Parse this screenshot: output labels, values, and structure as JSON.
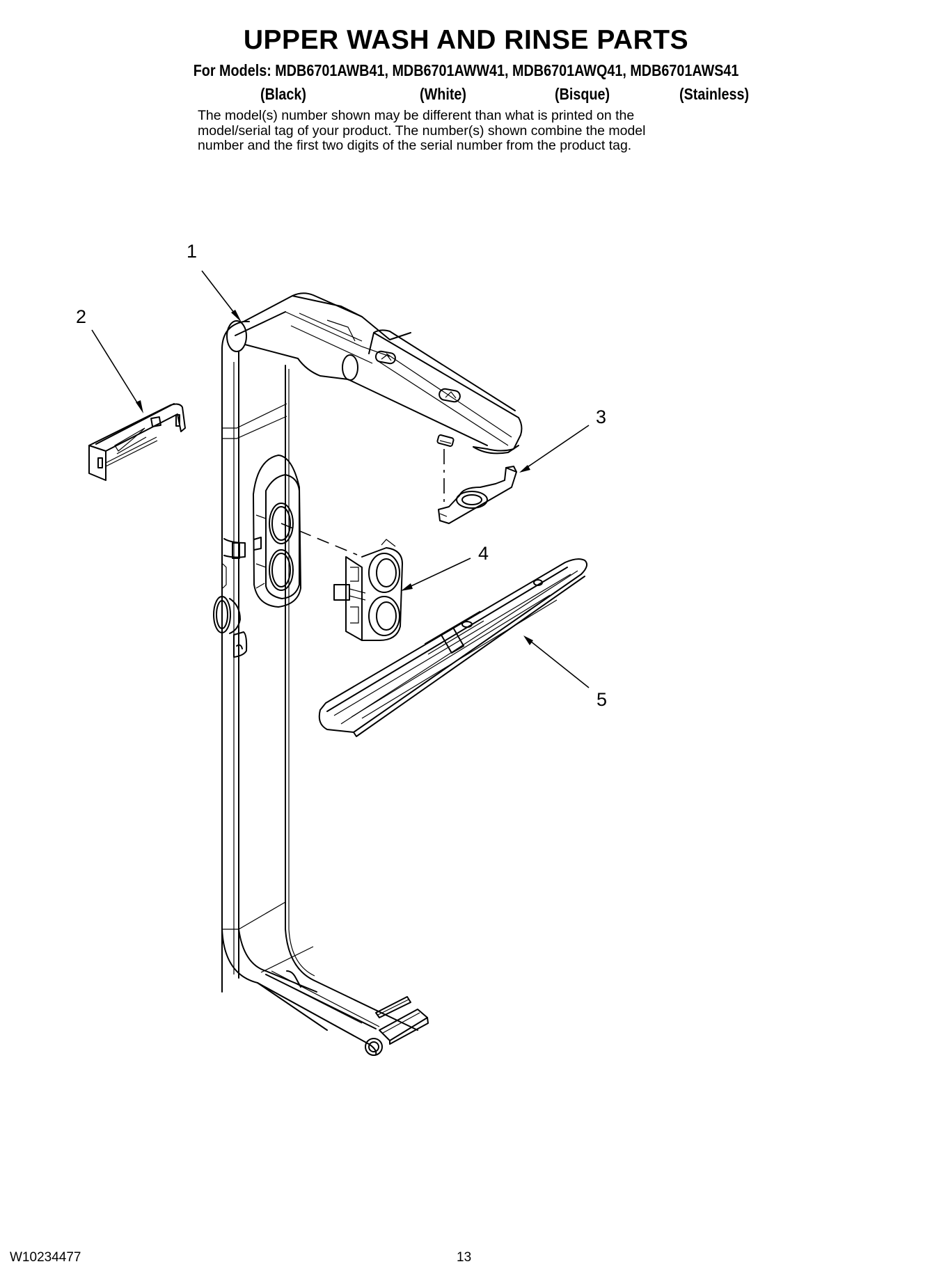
{
  "document": {
    "title": "UPPER WASH AND RINSE PARTS",
    "models_line": "For Models: MDB6701AWB41, MDB6701AWW41, MDB6701AWQ41, MDB6701AWS41",
    "models": [
      {
        "model": "MDB6701AWB41",
        "color": "(Black)"
      },
      {
        "model": "MDB6701AWW41",
        "color": "(White)"
      },
      {
        "model": "MDB6701AWQ41",
        "color": "(Bisque)"
      },
      {
        "model": "MDB6701AWS41",
        "color": "(Stainless)"
      }
    ],
    "note_lines": [
      "The model(s) number shown may be different than what is printed on the",
      "model/serial tag of your product. The number(s) shown combine the model",
      "number and the first two digits of the serial number from the product tag."
    ]
  },
  "diagram": {
    "callouts": [
      {
        "number": "1",
        "part": "upper-wash-manifold-tube"
      },
      {
        "number": "2",
        "part": "mounting-clip"
      },
      {
        "number": "3",
        "part": "spray-arm-retainer-clip"
      },
      {
        "number": "4",
        "part": "manifold-connector"
      },
      {
        "number": "5",
        "part": "upper-spray-arm"
      }
    ]
  },
  "footer": {
    "document_number": "W10234477",
    "page_number": "13"
  }
}
